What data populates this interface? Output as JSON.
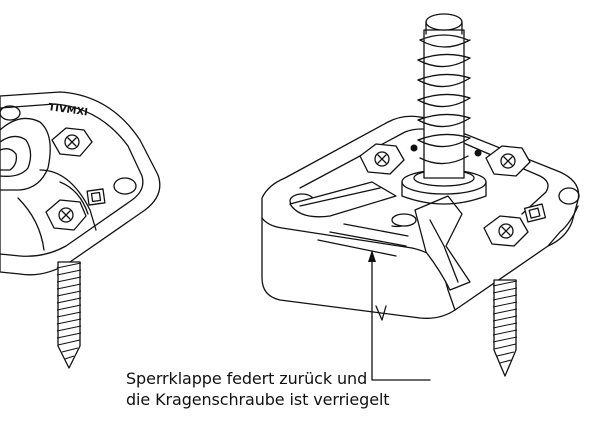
{
  "caption": {
    "line1": "Sperrklappe federt zurück und",
    "line2": "die Kragenschraube ist verriegelt"
  },
  "left_plate": {
    "stamp": "TIVMXI"
  }
}
